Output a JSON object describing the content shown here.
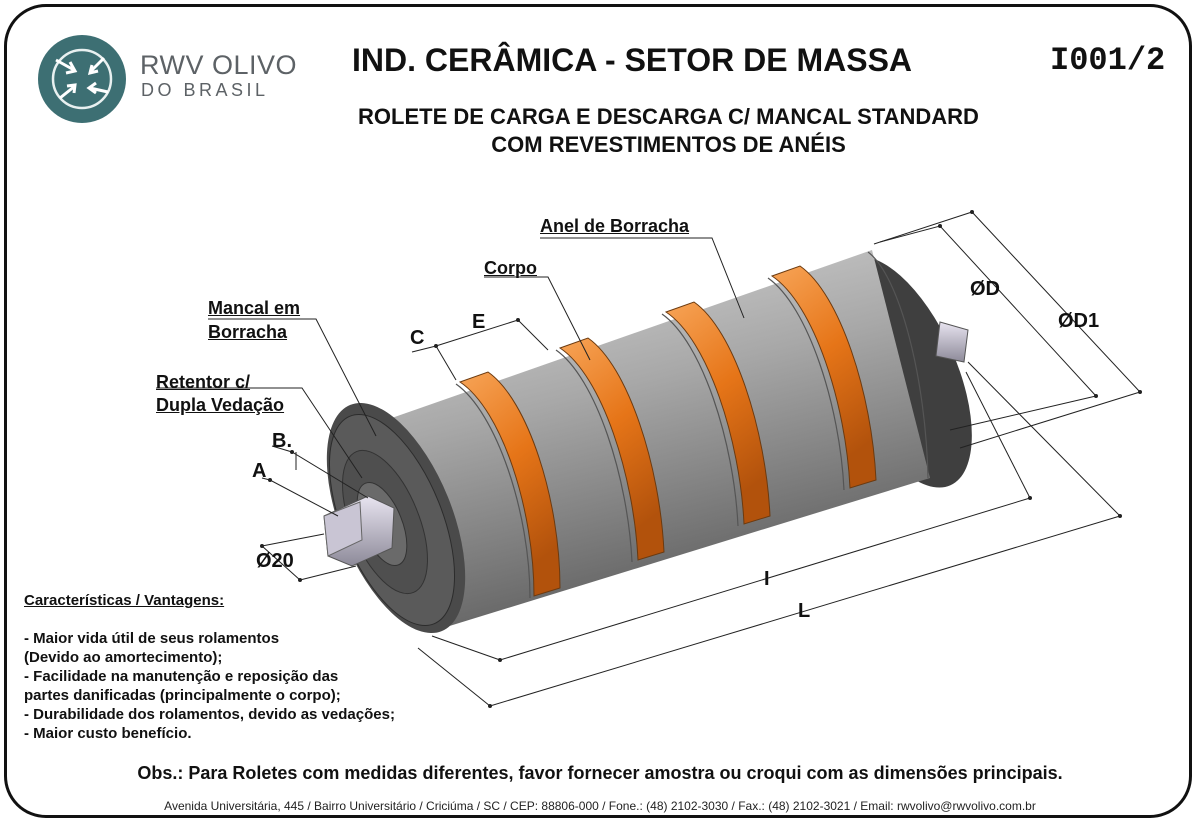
{
  "header": {
    "logo_line1": "RWV OLIVO",
    "logo_line2": "DO BRASIL",
    "title": "IND. CERÂMICA - SETOR DE MASSA",
    "code": "I001/2",
    "subtitle_line1": "ROLETE DE CARGA E DESCARGA C/ MANCAL STANDARD",
    "subtitle_line2": "COM REVESTIMENTOS DE ANÉIS"
  },
  "labels": {
    "anel": "Anel de Borracha",
    "corpo": "Corpo",
    "mancal_1": "Mancal em",
    "mancal_2": "Borracha",
    "retentor_1": "Retentor c/",
    "retentor_2": "Dupla Vedação"
  },
  "dimensions": {
    "c": "C",
    "e": "E",
    "b": "B.",
    "a": "A",
    "d20": "Ø20",
    "d": "ØD",
    "d1": "ØD1",
    "i": "I",
    "l": "L"
  },
  "features": {
    "heading": "Características / Vantagens:",
    "items": [
      "- Maior vida útil de seus rolamentos",
      "(Devido ao amortecimento);",
      "- Facilidade na manutenção e reposição das",
      "partes danificadas (principalmente o corpo);",
      "- Durabilidade dos rolamentos, devido as vedações;",
      "- Maior custo benefício."
    ]
  },
  "obs": "Obs.: Para Roletes com medidas diferentes, favor fornecer amostra ou croqui com as dimensões principais.",
  "footer": "Avenida Universitária, 445 / Bairro Universitário / Criciúma / SC / CEP: 88806-000 / Fone.: (48) 2102-3030 / Fax.: (48) 2102-3021 / Email: rwvolivo@rwvolivo.com.br",
  "colors": {
    "logo_teal": "#3d6f73",
    "rubber_ring": "#e87a1e",
    "roller_body": "#9a9a9a",
    "roller_dark": "#4a4a4a"
  },
  "icons": [
    "logo-circle-arrows-icon"
  ]
}
